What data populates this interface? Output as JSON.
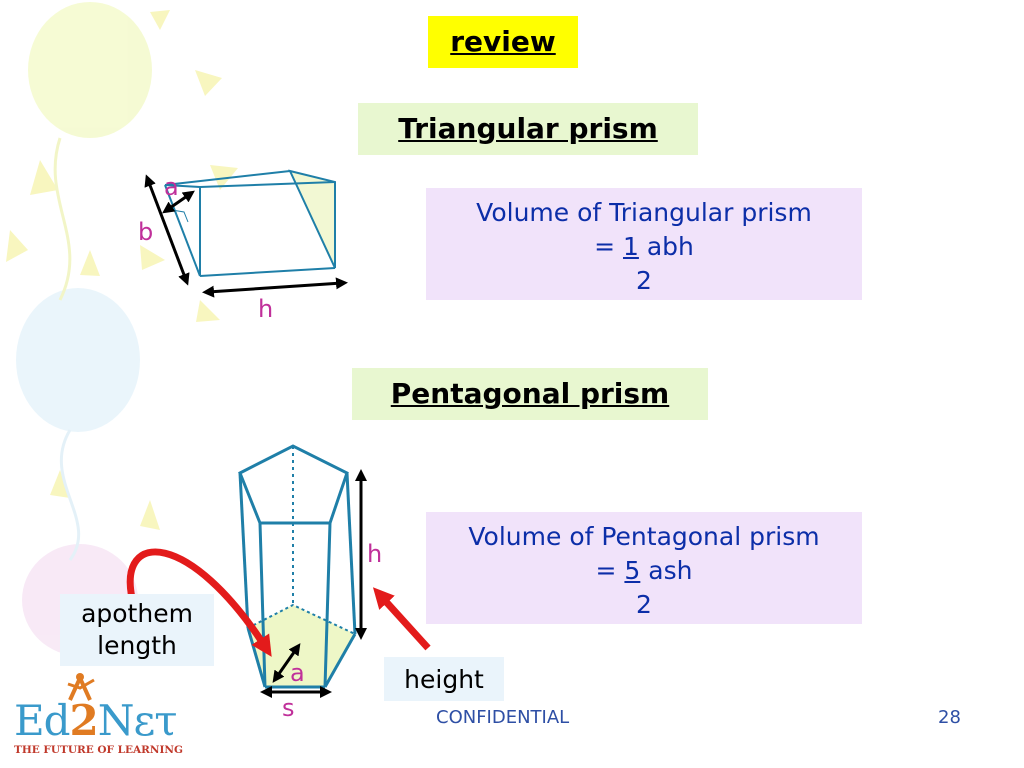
{
  "review_label": "review",
  "triangular": {
    "title": "Triangular prism",
    "formula_line1": "Volume of Triangular prism",
    "formula_eq": "=",
    "formula_numerator": "1",
    "formula_rest": "abh",
    "formula_denominator": "2",
    "labels": {
      "a": "a",
      "b": "b",
      "h": "h"
    }
  },
  "pentagonal": {
    "title": "Pentagonal prism",
    "formula_line1": "Volume of Pentagonal prism",
    "formula_eq": "=",
    "formula_numerator": "5",
    "formula_rest": "ash",
    "formula_denominator": "2",
    "labels": {
      "h": "h",
      "a": "a",
      "s": "s"
    },
    "callout_apothem_line1": "apothem",
    "callout_apothem_line2": "length",
    "callout_height": "height"
  },
  "footer": {
    "confidential": "CONFIDENTIAL",
    "page_number": "28"
  },
  "logo": {
    "part1": "Ed",
    "part2": "2",
    "part3": "Nετ",
    "tagline": "THE FUTURE OF LEARNING"
  },
  "colors": {
    "review_bg": "#ffff00",
    "title_bg": "#e8f7d0",
    "formula_bg": "#f1e3fa",
    "formula_text": "#0c2ea8",
    "variable_text": "#c0309a",
    "prism_edge": "#1f7fa8",
    "arrow_red": "#e31b1b"
  }
}
